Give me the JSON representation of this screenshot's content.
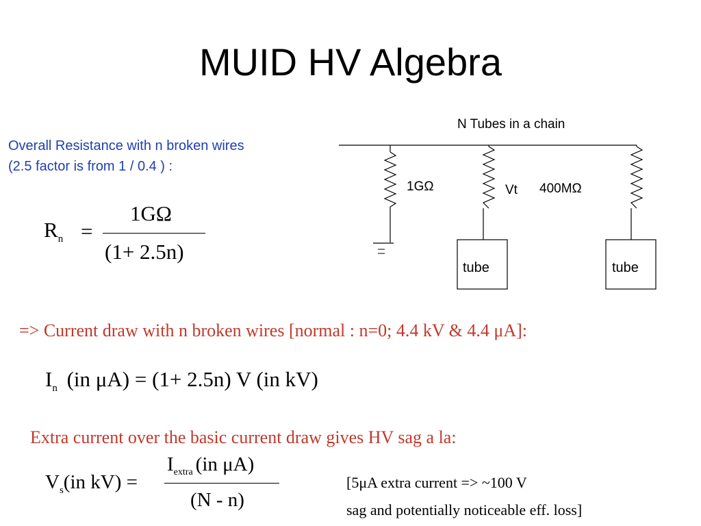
{
  "slide": {
    "title": "MUID HV Algebra",
    "overall": {
      "line1": "Overall Resistance with n broken wires",
      "line2": "(2.5 factor is from 1 / 0.4 ) :"
    },
    "rn_equation": {
      "lhs": "R",
      "lhs_sub": "n",
      "equals": "=",
      "numerator": "1GΩ",
      "denominator": "(1+ 2.5n)"
    },
    "circuit": {
      "caption": "N Tubes in a chain",
      "label_1g": "1GΩ",
      "label_vt": "Vt",
      "label_400m": "400MΩ",
      "tube1": "tube",
      "tube2": "tube"
    },
    "current_heading": "=> Current draw with n broken wires [normal : n=0; 4.4 kV & 4.4 μA]:",
    "in_equation": {
      "lhs": "I",
      "lhs_sub": "n",
      "rest": "(in μA) = (1+ 2.5n) V (in kV)"
    },
    "extra_heading": "Extra current over the basic current draw gives HV sag a la:",
    "vs_equation": {
      "lhs": "V",
      "lhs_sub": "s",
      "lhs_rest": "(in kV) =",
      "num_main": "I",
      "num_sub": "extra",
      "num_rest": "(in μA)",
      "denominator": "(N - n)"
    },
    "note": {
      "line1": "[5μA extra current => ~100 V",
      "line2": "sag and potentially noticeable eff. loss]"
    }
  }
}
